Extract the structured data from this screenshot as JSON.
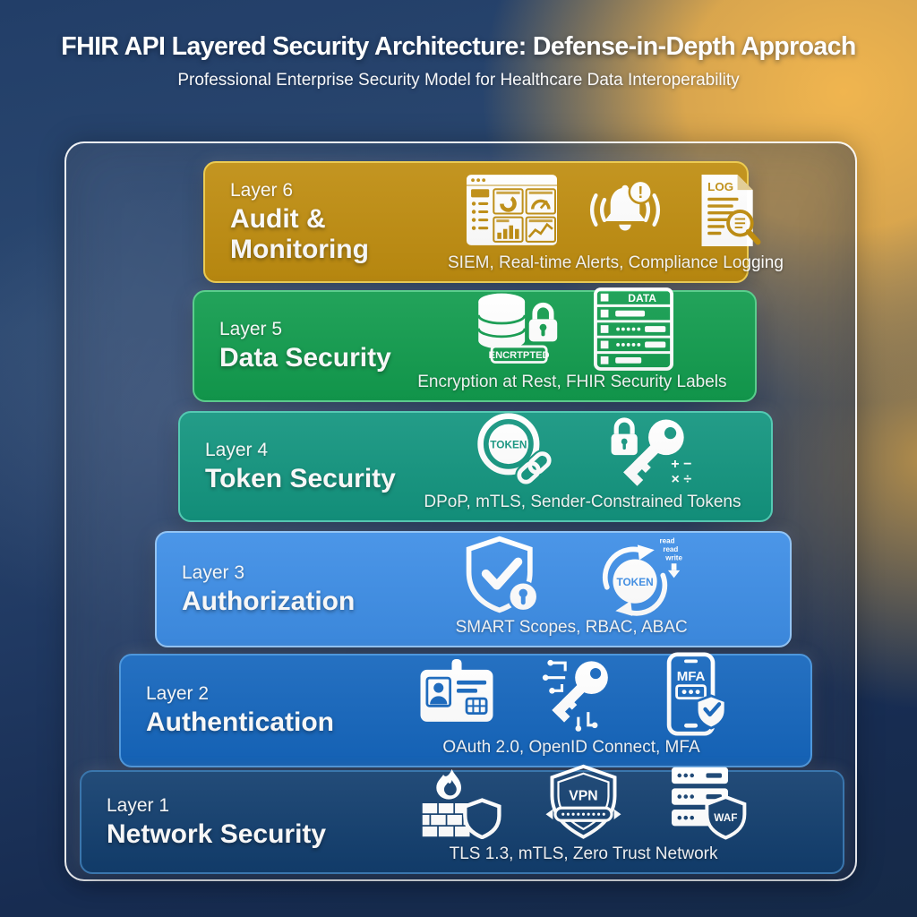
{
  "header": {
    "title": "FHIR API Layered Security Architecture: Defense-in-Depth Approach",
    "subtitle": "Professional Enterprise Security Model for Healthcare Data Interoperability"
  },
  "layers": [
    {
      "number_label": "Layer 6",
      "title": "Audit & Monitoring",
      "caption": "SIEM, Real-time Alerts, Compliance Logging",
      "colors": {
        "fill": "#bf8d10",
        "border": "#eccb52"
      },
      "icons": [
        "siem-dashboard-icon",
        "alert-bell-icon",
        "compliance-log-icon"
      ],
      "icon_labels": {
        "alert": "!",
        "log": "LOG"
      }
    },
    {
      "number_label": "Layer 5",
      "title": "Data Security",
      "caption": "Encryption at Rest, FHIR Security Labels",
      "colors": {
        "fill": "#129c4e",
        "border": "#5bcd8d"
      },
      "icons": [
        "encrypted-database-icon",
        "data-table-icon"
      ],
      "icon_labels": {
        "encrypted": "ENCRTPTED",
        "data": "DATA"
      }
    },
    {
      "number_label": "Layer 4",
      "title": "Token Security",
      "caption": "DPoP, mTLS, Sender-Constrained Tokens",
      "colors": {
        "fill": "#13957f",
        "border": "#55c9b3"
      },
      "icons": [
        "token-chain-icon",
        "key-math-lock-icon"
      ],
      "icon_labels": {
        "token": "TOKEN",
        "plus_minus": "+ −",
        "times_divide": "× ÷"
      }
    },
    {
      "number_label": "Layer 3",
      "title": "Authorization",
      "caption": "SMART Scopes, RBAC, ABAC",
      "colors": {
        "fill": "#3e8ee6",
        "border": "#93c4f4"
      },
      "icons": [
        "shield-check-lock-icon",
        "token-rotation-icon"
      ],
      "icon_labels": {
        "token": "TOKEN",
        "scope1": "read",
        "scope2": "read",
        "scope3": "write"
      }
    },
    {
      "number_label": "Layer 2",
      "title": "Authentication",
      "caption": "OAuth 2.0, OpenID Connect, MFA",
      "colors": {
        "fill": "#1566bd",
        "border": "#4e97dc"
      },
      "icons": [
        "id-badge-icon",
        "digital-key-icon",
        "mfa-phone-icon"
      ],
      "icon_labels": {
        "mfa": "MFA"
      }
    },
    {
      "number_label": "Layer 1",
      "title": "Network Security",
      "caption": "TLS 1.3, mTLS, Zero Trust Network",
      "colors": {
        "fill": "#123e6e",
        "border": "#3a76ad"
      },
      "icons": [
        "firewall-icon",
        "vpn-shield-icon",
        "waf-server-icon"
      ],
      "icon_labels": {
        "vpn": "VPN",
        "waf": "WAF"
      }
    }
  ]
}
